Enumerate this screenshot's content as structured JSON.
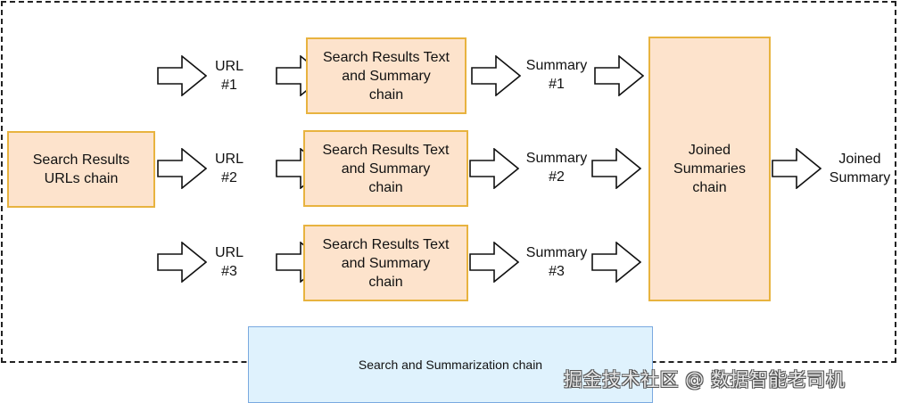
{
  "diagram": {
    "container_label": "Search and Summarization chain",
    "source_node": "Search Results URLs chain",
    "url_labels": [
      "URL #1",
      "URL #2",
      "URL #3"
    ],
    "text_summary_nodes": [
      "Search Results Text and Summary chain",
      "Search Results Text and Summary chain",
      "Search Results Text and Summary chain"
    ],
    "summary_labels": [
      "Summary #1",
      "Summary #2",
      "Summary #3"
    ],
    "join_node": "Joined Summaries chain",
    "output_label": "Joined Summary",
    "colors": {
      "chain_fill": "#fde3cc",
      "chain_border": "#e8b33f",
      "container_fill": "#dff2fd",
      "container_border": "#7aa9e0"
    }
  },
  "watermark": "掘金技术社区 @ 数据智能老司机"
}
